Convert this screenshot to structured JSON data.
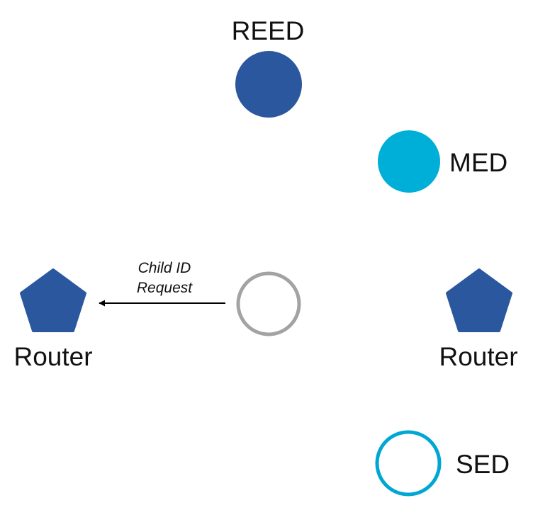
{
  "nodes": {
    "reed": {
      "label": "REED",
      "shape": "filled-circle",
      "color": "#2b579e"
    },
    "med": {
      "label": "MED",
      "shape": "filled-circle",
      "color": "#00afd7"
    },
    "joining_device": {
      "label": "",
      "shape": "hollow-circle",
      "color": "#a3a3a3"
    },
    "router_left": {
      "label": "Router",
      "shape": "pentagon",
      "color": "#2b579e"
    },
    "router_right": {
      "label": "Router",
      "shape": "pentagon",
      "color": "#2b579e"
    },
    "sed": {
      "label": "SED",
      "shape": "hollow-circle",
      "color": "#00a6d4"
    }
  },
  "edges": [
    {
      "from": "joining_device",
      "to": "router_left",
      "label_line1": "Child ID",
      "label_line2": "Request"
    }
  ]
}
